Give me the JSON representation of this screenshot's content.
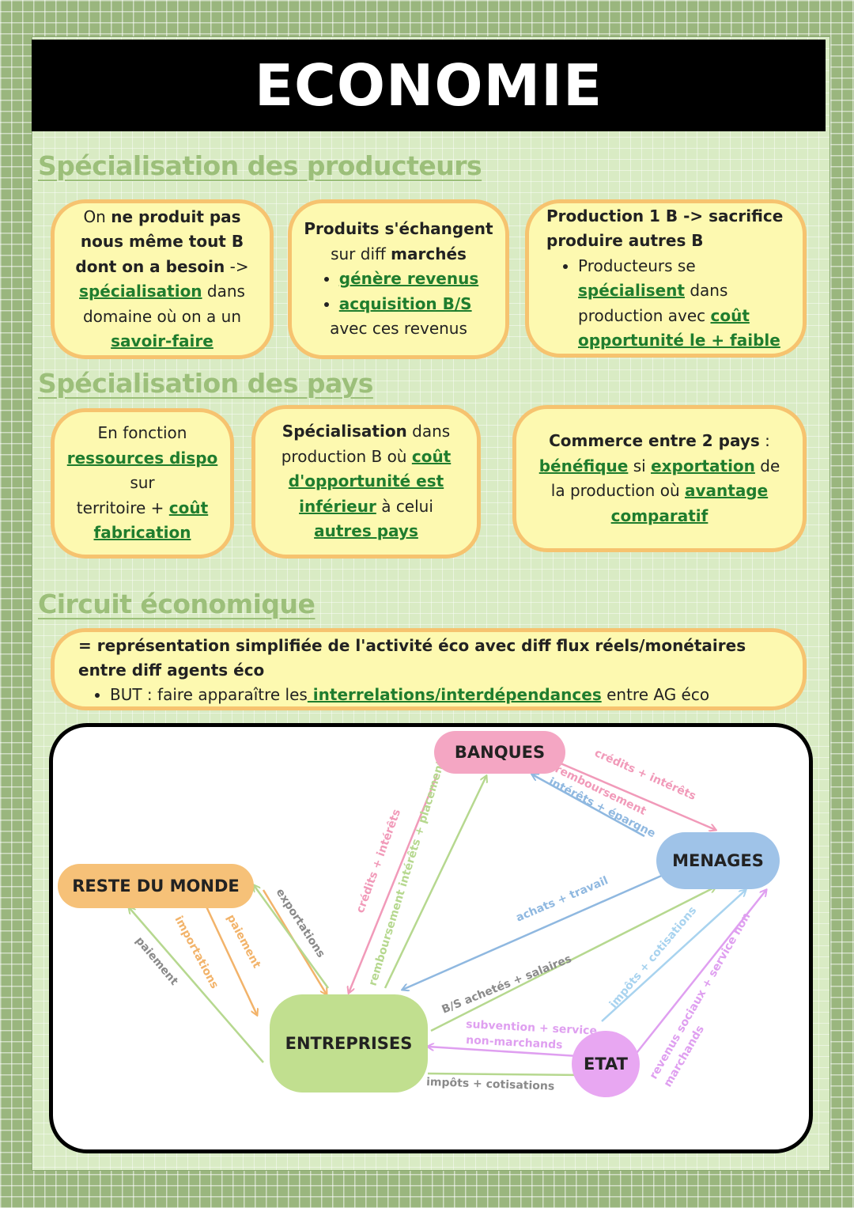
{
  "title": "ECONOMIE",
  "sections": {
    "producteurs": "Spécialisation des producteurs",
    "pays": "Spécialisation des pays",
    "circuit": "Circuit économique"
  },
  "producteurs": {
    "box1": {
      "t1": "On ",
      "t2": "ne produit pas nous même tout B dont on a besoin",
      "t3": " -> ",
      "t4": "spécialisation",
      "t5": " dans domaine où on a un ",
      "t6": "savoir-faire"
    },
    "box2": {
      "t1": "Produits s'échangent",
      "t2": "sur diff ",
      "t3": "marchés",
      "li1": "génère revenus",
      "li2": "acquisition B/S",
      "t4": "avec ces revenus"
    },
    "box3": {
      "t1": "Production 1 B -> sacrifice produire autres B",
      "li1": "Producteurs se ",
      "li2": "spécialisent",
      "li3": " dans production avec ",
      "li4": "coût opportunité le + faible"
    }
  },
  "pays": {
    "box1": {
      "t1": "En fonction",
      "t2": "ressources dispo",
      "t3": "sur",
      "t4": "territoire + ",
      "t5": "coût fabrication"
    },
    "box2": {
      "t1": "Spécialisation",
      "t2": " dans production B où ",
      "t3": "coût d'opportunité est inférieur",
      "t4": " à celui ",
      "t5": "autres pays"
    },
    "box3": {
      "t1": "Commerce entre 2 pays",
      "t2": " : ",
      "t3": "bénéfique",
      "t4": " si ",
      "t5": "exportation",
      "t6": " de la production où ",
      "t7": "avantage comparatif"
    }
  },
  "circuit": {
    "definition": "= représentation simplifiée de l'activité éco avec diff flux réels/monétaires entre diff agents éco",
    "but_prefix": "BUT : faire apparaître les",
    "but_link": " interrelations/interdépendances",
    "but_suffix": " entre AG éco"
  },
  "diagram": {
    "nodes": {
      "banques": "BANQUES",
      "menages": "MENAGES",
      "reste_du_monde": "RESTE DU MONDE",
      "entreprises": "ENTREPRISES",
      "etat": "ETAT"
    },
    "colors": {
      "banques": "#f4a6c3",
      "menages": "#9fc3e8",
      "reste_du_monde": "#f6c178",
      "entreprises": "#c1df8f",
      "etat": "#e8a7f2",
      "pink": "#f19ab9",
      "blue": "#8fb8e0",
      "green": "#b6d88f",
      "orange": "#f2b36a",
      "purple": "#df9ff0",
      "lightblue": "#a8d3ef"
    },
    "labels": {
      "credits_interets_m": "crédits + intérêts",
      "remboursement": "remboursement",
      "interets_epargne": "intérêts + épargne",
      "credits_interets_e": "crédits + intérêts",
      "remb_interets_placements": "remboursement  intérêts + placements",
      "exportations": "exportations",
      "paiement_1": "paiement",
      "importations": "importations",
      "paiement_2": "paiement",
      "achats_travail": "achats + travail",
      "bs_salaires": "B/S achetés + salaires",
      "subvention": "subvention + service",
      "non_marchands": "non-marchands",
      "impots_ent": "impôts + cotisations",
      "impots_men": "impôts + cotisations",
      "revenus_1": "revenus sociaux + service non-",
      "revenus_2": "marchands"
    }
  }
}
